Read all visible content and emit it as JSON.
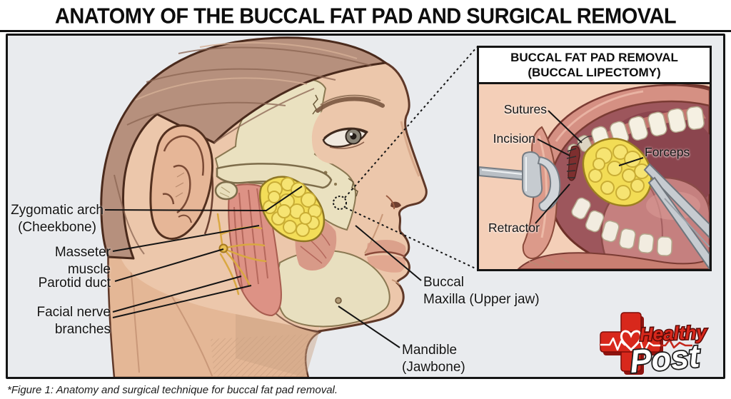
{
  "title": "ANATOMY OF THE BUCCAL FAT PAD AND SURGICAL REMOVAL",
  "figure_caption": "*Figure 1: Anatomy and surgical technique for buccal fat pad removal.",
  "main_illustration": {
    "labels": {
      "zygomatic_arch": {
        "line1": "Zygomatic arch",
        "line2": "(Cheekbone)"
      },
      "masseter_muscle": "Masseter muscle",
      "parotid_duct": "Parotid duct",
      "facial_nerve": {
        "line1": "Facial nerve",
        "line2": "branches"
      },
      "buccal_maxilla": {
        "line1": "Buccal",
        "line2": "Maxilla (Upper jaw)"
      },
      "mandible": {
        "line1": "Mandible",
        "line2": "(Jawbone)"
      }
    }
  },
  "inset_panel": {
    "title_line1": "BUCCAL FAT PAD REMOVAL",
    "title_line2": "(BUCCAL LIPECTOMY)",
    "labels": {
      "sutures": "Sutures",
      "incision": "Incision",
      "forceps": "Forceps",
      "retractor": "Retractor"
    }
  },
  "logo": {
    "line1": "Healthy",
    "line2": "Post"
  },
  "colors": {
    "panel_background": "#e9ebee",
    "skin": "#ecc7ab",
    "hair": "#b6907d",
    "bone": "#eae1c0",
    "muscle": "#dd9285",
    "fat_pad": "#f3dd58",
    "nerve": "#d9a842",
    "inset_skin": "#f4cfb8",
    "mouth": "#9d565c",
    "lips": "#d59083",
    "teeth": "#f4efe1",
    "metal": "#c6cbd0",
    "incision": "#7e2f2f",
    "logo_red": "#d8281c",
    "label_text": "#141414"
  }
}
